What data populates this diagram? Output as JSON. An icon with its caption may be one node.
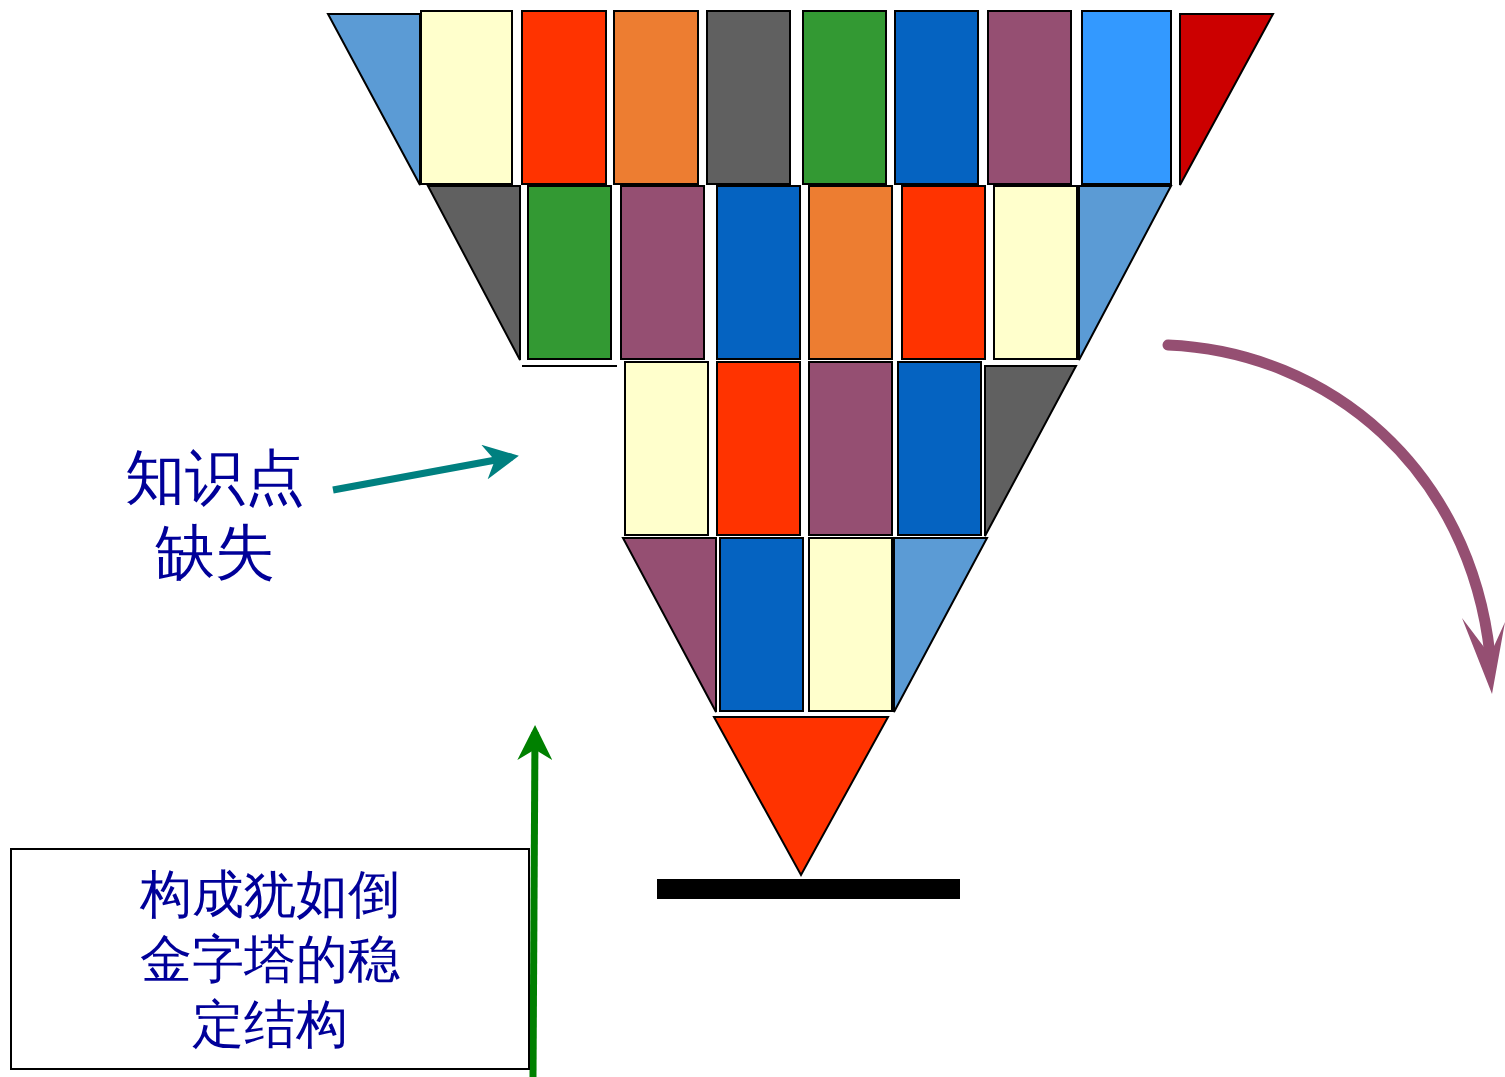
{
  "diagram": {
    "nodes": [
      {
        "text": [
          "知识点缺失"
        ]
      },
      {
        "text": [
          "构成犹如倒金字塔的稳定结构"
        ]
      }
    ],
    "edges": [
      {
        "from": 0,
        "to": null,
        "arrow": "to",
        "color": "#008080"
      },
      {
        "from": 1,
        "to": null,
        "arrow": "to",
        "color": "#008000"
      }
    ]
  }
}
